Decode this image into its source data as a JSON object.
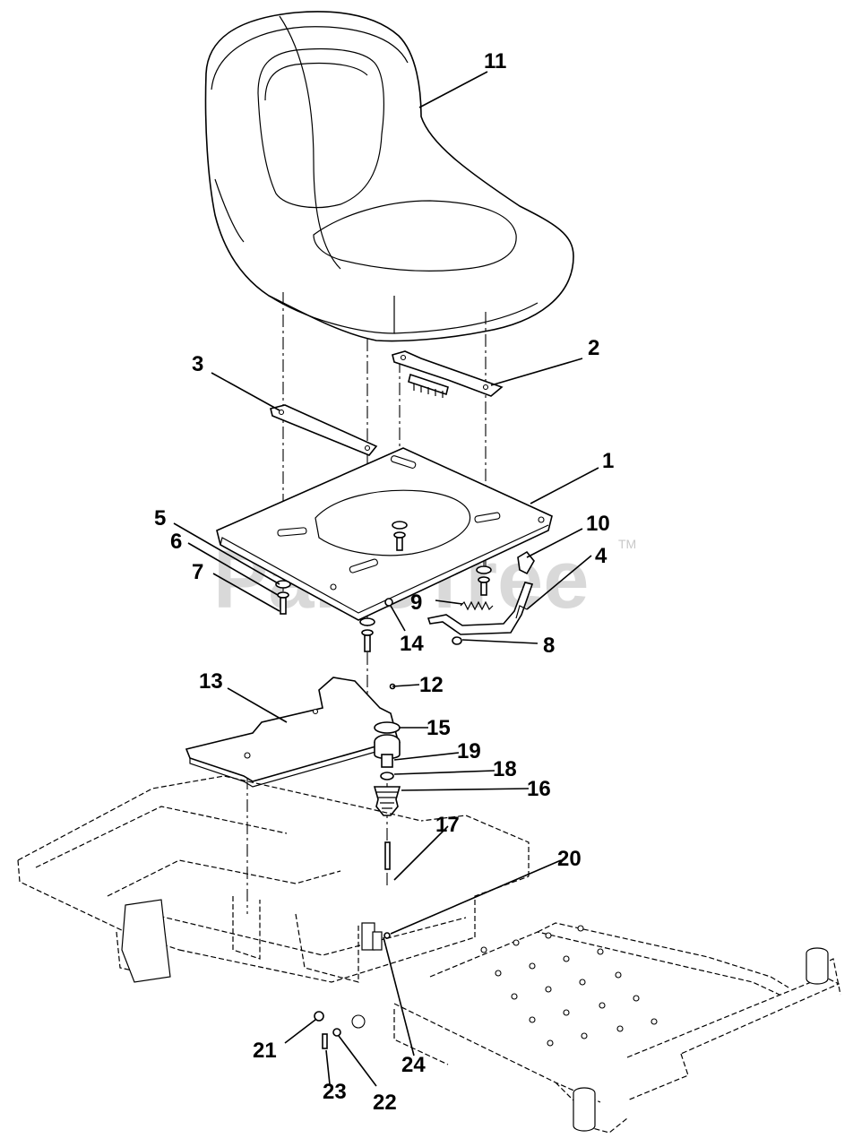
{
  "watermark": {
    "text": "PartsTree",
    "trademark": "TM"
  },
  "callouts": [
    "1",
    "2",
    "3",
    "4",
    "5",
    "6",
    "7",
    "8",
    "9",
    "10",
    "11",
    "12",
    "13",
    "14",
    "15",
    "16",
    "17",
    "18",
    "19",
    "20",
    "21",
    "22",
    "23",
    "24"
  ],
  "colors": {
    "line": "#000000",
    "background": "#ffffff",
    "watermark": "#d9d9d9"
  }
}
